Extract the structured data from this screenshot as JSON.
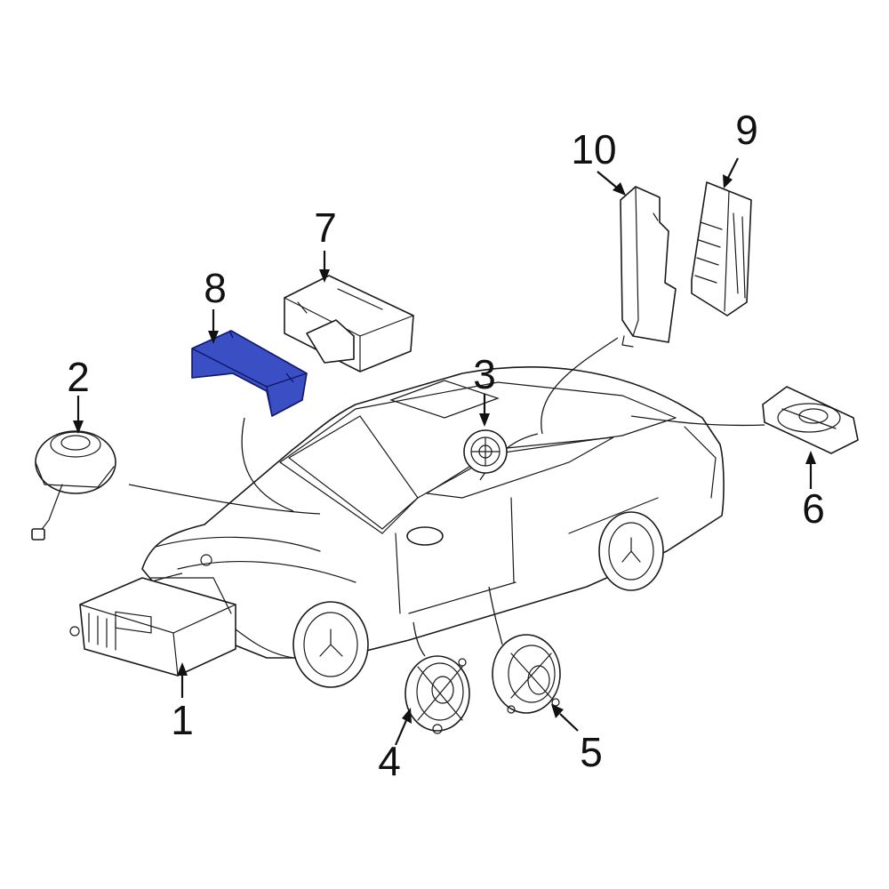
{
  "callouts": [
    {
      "id": "1",
      "label": "1"
    },
    {
      "id": "2",
      "label": "2"
    },
    {
      "id": "3",
      "label": "3"
    },
    {
      "id": "4",
      "label": "4"
    },
    {
      "id": "5",
      "label": "5"
    },
    {
      "id": "6",
      "label": "6"
    },
    {
      "id": "7",
      "label": "7"
    },
    {
      "id": "8",
      "label": "8"
    },
    {
      "id": "9",
      "label": "9"
    },
    {
      "id": "10",
      "label": "10"
    }
  ],
  "highlight": {
    "part": "8",
    "color": "#3b4fc4"
  }
}
